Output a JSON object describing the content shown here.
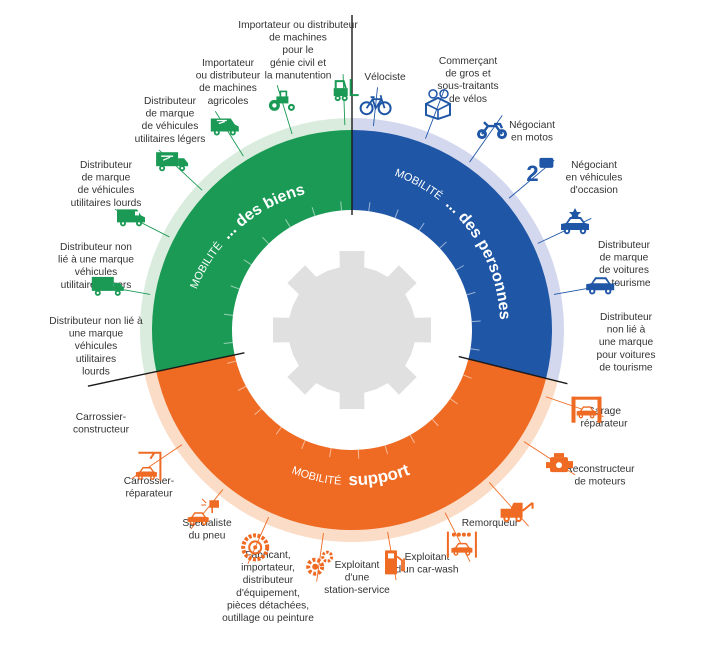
{
  "colors": {
    "biens": "#1b9a55",
    "biens_halo": "#d9ecdd",
    "personnes": "#1f56a6",
    "personnes_halo": "#d3d8ee",
    "support": "#ef6a22",
    "support_halo": "#fbdcc6",
    "gear": "#e0e0e0",
    "text": "#333333"
  },
  "ring": {
    "biens": {
      "prefix": "MOBILITÉ",
      "main": "... des biens"
    },
    "personnes": {
      "prefix": "MOBILITÉ",
      "main": "... des personnes"
    },
    "support": {
      "prefix": "MOBILITÉ",
      "main": "support"
    }
  },
  "biens": [
    {
      "label": [
        "Importateur ou distributeur",
        "de machines",
        "pour le",
        "génie civil et",
        "la manutention"
      ],
      "icon": "forklift-icon"
    },
    {
      "label": [
        "Importateur",
        "ou distributeur",
        "de machines",
        "agricoles"
      ],
      "icon": "tractor-icon"
    },
    {
      "label": [
        "Distributeur",
        "de marque",
        "de véhicules",
        "utilitaires légers"
      ],
      "icon": "branded-van-icon"
    },
    {
      "label": [
        "Distributeur",
        "de marque",
        "de véhicules",
        "utilitaires lourds"
      ],
      "icon": "branded-truck-icon"
    },
    {
      "label": [
        "Distributeur non",
        "lié à une marque",
        "véhicules",
        "utilitaires légers"
      ],
      "icon": "van-icon"
    },
    {
      "label": [
        "Distributeur non lié à",
        "une marque",
        "véhicules",
        "utilitaires",
        "lourds"
      ],
      "icon": "truck-icon"
    }
  ],
  "personnes": [
    {
      "label": [
        "Vélociste"
      ],
      "icon": "bicycle-icon"
    },
    {
      "label": [
        "Commerçant",
        "de gros et",
        "sous-traitants",
        "de vélos"
      ],
      "icon": "bike-box-icon"
    },
    {
      "label": [
        "Négociant",
        "en motos"
      ],
      "icon": "motorcycle-icon"
    },
    {
      "label": [
        "Négociant",
        "en véhicules",
        "d'occasion"
      ],
      "icon": "used-car-icon"
    },
    {
      "label": [
        "Distributeur",
        "de marque",
        "de voitures",
        "de tourisme"
      ],
      "icon": "branded-car-icon"
    },
    {
      "label": [
        "Distributeur",
        "non lié à",
        "une marque",
        "pour voitures",
        "de tourisme"
      ],
      "icon": "car-icon"
    }
  ],
  "support": [
    {
      "label": [
        "Garage",
        "réparateur"
      ],
      "icon": "car-lift-icon"
    },
    {
      "label": [
        "Reconstructeur",
        "de moteurs"
      ],
      "icon": "engine-icon"
    },
    {
      "label": [
        "Remorqueur"
      ],
      "icon": "tow-truck-icon"
    },
    {
      "label": [
        "Exploitant",
        "d'un car-wash"
      ],
      "icon": "car-wash-icon"
    },
    {
      "label": [
        "Exploitant",
        "d'une",
        "station-service"
      ],
      "icon": "fuel-pump-icon"
    },
    {
      "label": [
        "Fabricant,",
        "importateur,",
        "distributeur",
        "d'équipement,",
        "pièces détachées,",
        "outillage ou peinture"
      ],
      "icon": "gears-icon"
    },
    {
      "label": [
        "Spécialiste",
        "du pneu"
      ],
      "icon": "tire-icon"
    },
    {
      "label": [
        "Carrossier-",
        "réparateur"
      ],
      "icon": "spray-gun-icon"
    },
    {
      "label": [
        "Carrossier-",
        "constructeur"
      ],
      "icon": "crane-car-icon"
    }
  ]
}
